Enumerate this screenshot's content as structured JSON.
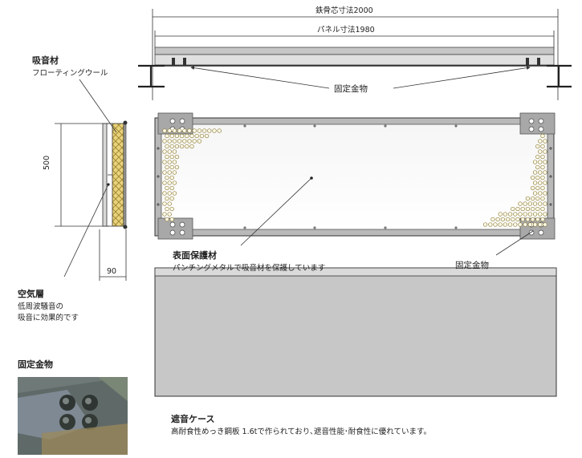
{
  "dimensions": {
    "steel_core": "鉄骨芯寸法2000",
    "panel": "パネル寸法1980",
    "height": "500",
    "depth": "90"
  },
  "labels": {
    "absorber_title": "吸音材",
    "absorber_sub": "フローティングウール",
    "fixture_top": "固定金物",
    "air_title": "空気層",
    "air_sub1": "低周波騒音の",
    "air_sub2": "吸音に効果的です",
    "surface_title": "表面保護材",
    "surface_sub": "パンチングメタルで吸音材を保護しています",
    "fixture_right": "固定金物",
    "photo_title": "固定金物",
    "case_title": "遮音ケース",
    "case_sub": "高耐食性めっき鋼板 1.6tで作られており､遮音性能･耐食性に優れています。"
  },
  "colors": {
    "line": "#333333",
    "absorber_fill": "#e8d27a",
    "bracket": "#a8a8a8",
    "case_fill": "#c7c7c7",
    "hole_stroke": "#8a7a3a"
  }
}
